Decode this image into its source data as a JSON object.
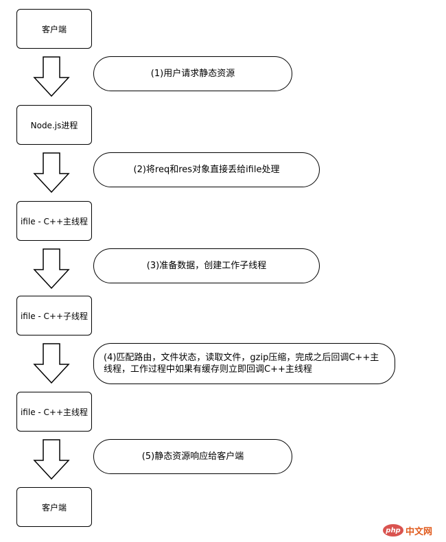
{
  "steps": [
    {
      "label": "客户端"
    },
    {
      "label": "Node.js进程"
    },
    {
      "label": "ifile - C++主线程"
    },
    {
      "label": "ifile - C++子线程"
    },
    {
      "label": "ifile - C++主线程"
    },
    {
      "label": "客户端"
    }
  ],
  "annotations": [
    {
      "line1": "(1)用户请求静态资源"
    },
    {
      "line1": "(2)将req和res对象直接丢给ifile处理"
    },
    {
      "line1": "(3)准备数据，创建工作子线程"
    },
    {
      "line1": "(4)匹配路由，文件状态，读取文件，gzip压缩，完成之后回调C++主",
      "line2": "线程，工作过程中如果有缓存则立即回调C++主线程"
    },
    {
      "line1": "(5)静态资源响应给客户端"
    }
  ],
  "watermark": {
    "logo": "php",
    "text": "中文网"
  }
}
